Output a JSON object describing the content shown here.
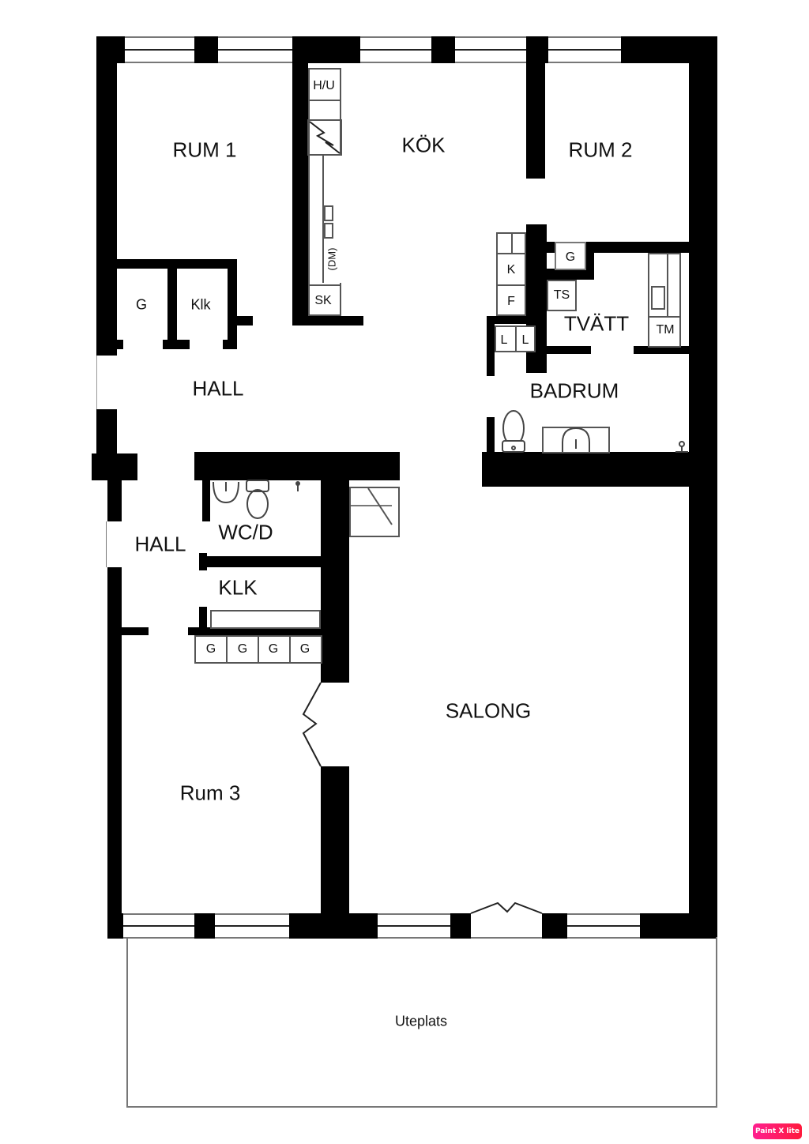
{
  "floor_plan": {
    "rooms": {
      "rum1": "RUM 1",
      "kok": "KÖK",
      "rum2": "RUM 2",
      "hall_upper": "HALL",
      "hall_lower": "HALL",
      "badrum": "BADRUM",
      "tvatt": "TVÄTT",
      "wcd": "WC/D",
      "klk": "KLK",
      "salong": "SALONG",
      "rum3": "Rum 3",
      "uteplats": "Uteplats"
    },
    "closets": {
      "g_upper": "G",
      "klk_upper": "Klk"
    },
    "kitchen_fixtures": {
      "hu": "H/U",
      "dm": "(DM)",
      "sk": "SK"
    },
    "utility_fixtures": {
      "k": "K",
      "f": "F",
      "l1": "L",
      "l2": "L",
      "g": "G",
      "ts": "TS",
      "tm": "TM"
    },
    "wardrobes": [
      "G",
      "G",
      "G",
      "G"
    ]
  },
  "watermark": {
    "label": "Paint X lite",
    "colors": [
      "#ff1f8f",
      "#ff1a3c"
    ]
  }
}
